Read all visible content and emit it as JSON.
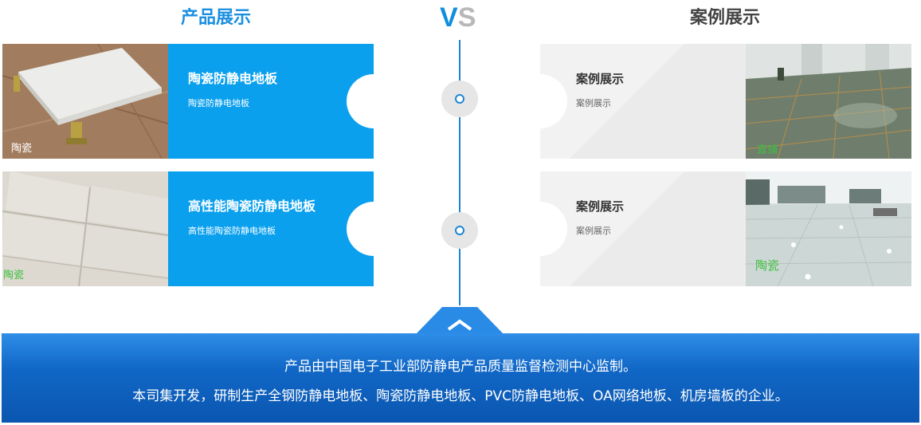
{
  "header": {
    "left_title": "产品展示",
    "vs_v": "V",
    "vs_s": "S",
    "right_title": "案例展示"
  },
  "products": [
    {
      "tag": "陶瓷",
      "title": "陶瓷防静电地板",
      "subtitle": "陶瓷防静电地板"
    },
    {
      "tag": "陶瓷",
      "title": "高性能陶瓷防静电地板",
      "subtitle": "高性能陶瓷防静电地板"
    }
  ],
  "cases": [
    {
      "tag": "直铺",
      "title": "案例展示",
      "subtitle": "案例展示"
    },
    {
      "tag": "陶瓷",
      "title": "案例展示",
      "subtitle": "案例展示"
    }
  ],
  "footer": {
    "line1": "产品由中国电子工业部防静电产品质量监督检测中心监制。",
    "line2": "本司集开发，研制生产全钢防静电地板、陶瓷防静电地板、PVC防静电地板、OA网络地板、机房墙板的企业。"
  },
  "colors": {
    "accent_blue": "#0aa0ee",
    "title_blue": "#1a8fe0",
    "band_blue": "#0a56b0",
    "tag_green": "#3fbf3f"
  },
  "icons": {
    "timeline_node": "circle-dot-icon",
    "band_toggle": "chevron-up-icon"
  }
}
